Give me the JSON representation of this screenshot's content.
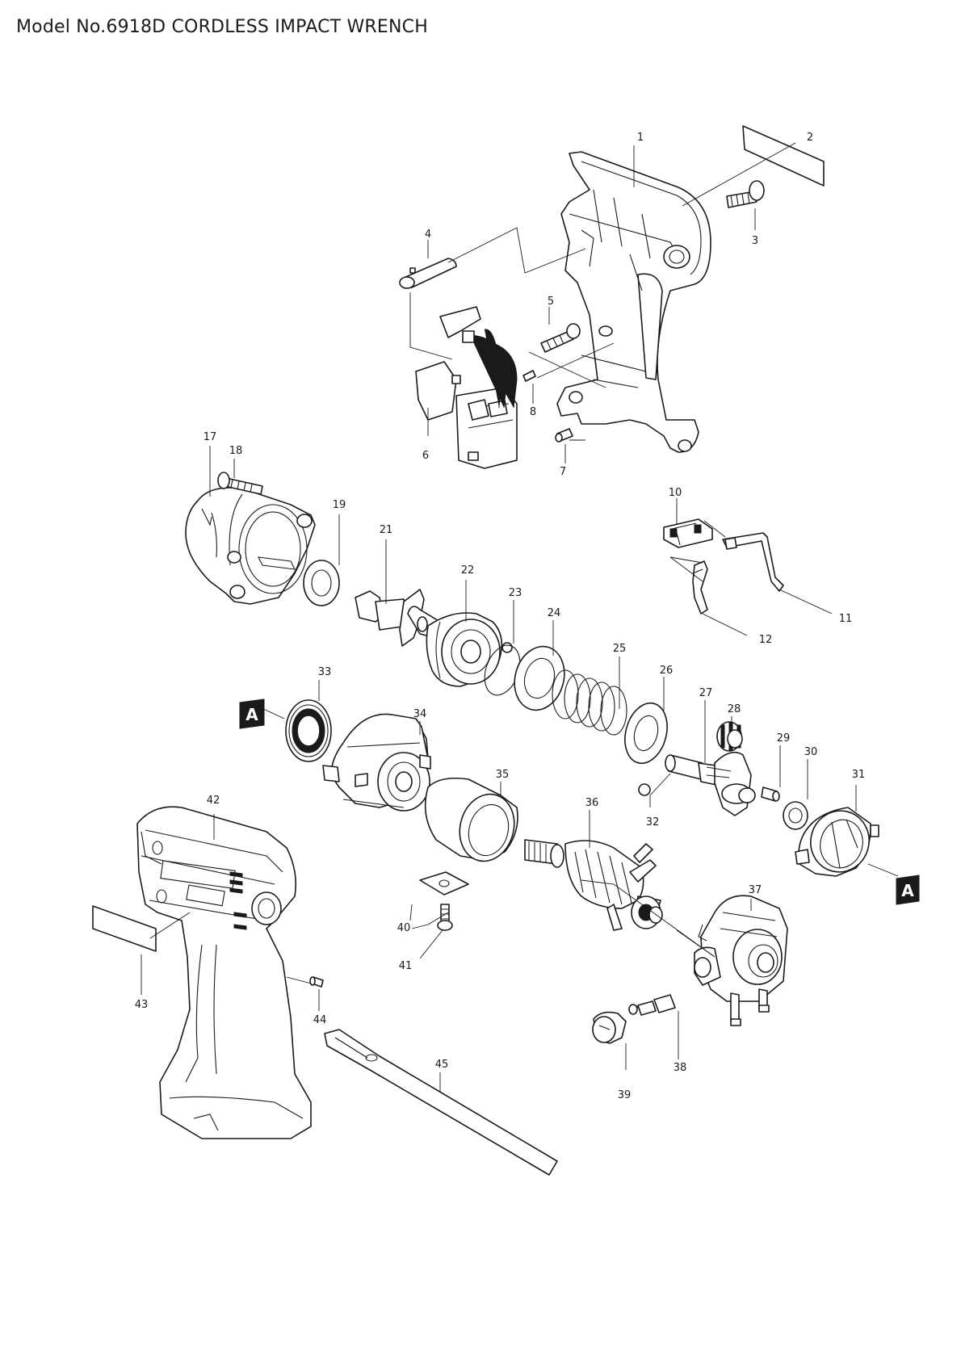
{
  "title": "Model No.6918D CORDLESS IMPACT WRENCH",
  "reference_marks": {
    "a_left": "A",
    "a_right": "A"
  },
  "callouts": {
    "c1": "1",
    "c2": "2",
    "c3": "3",
    "c4": "4",
    "c5": "5",
    "c6": "6",
    "c7": "7",
    "c8": "8",
    "c10": "10",
    "c11": "11",
    "c12": "12",
    "c17": "17",
    "c18": "18",
    "c19": "19",
    "c21": "21",
    "c22": "22",
    "c23": "23",
    "c24": "24",
    "c25": "25",
    "c26": "26",
    "c27": "27",
    "c28": "28",
    "c29": "29",
    "c30": "30",
    "c31": "31",
    "c32": "32",
    "c33": "33",
    "c34": "34",
    "c35": "35",
    "c36": "36",
    "c37": "37",
    "c38": "38",
    "c39": "39",
    "c40": "40",
    "c41": "41",
    "c42": "42",
    "c43": "43",
    "c44": "44",
    "c45": "45"
  }
}
